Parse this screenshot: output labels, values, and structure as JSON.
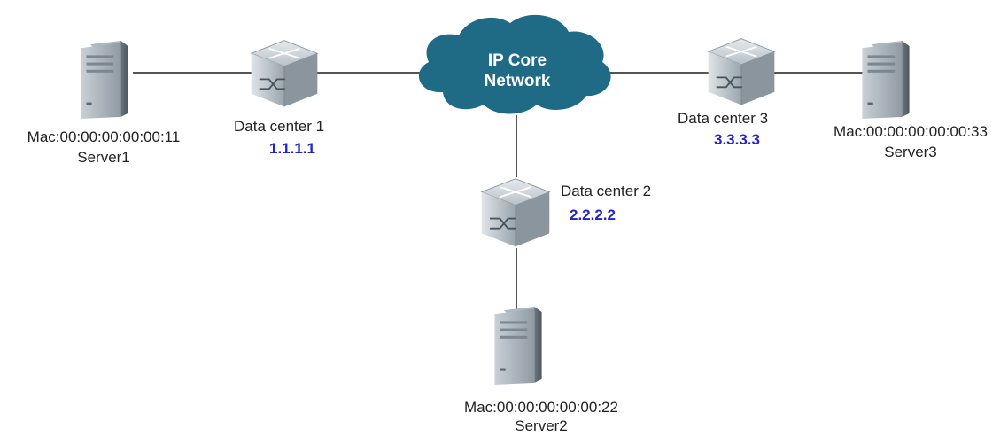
{
  "cloud": {
    "line1": "IP Core",
    "line2": "Network"
  },
  "data_centers": [
    {
      "name": "Data center 1",
      "ip": "1.1.1.1"
    },
    {
      "name": "Data center 2",
      "ip": "2.2.2.2"
    },
    {
      "name": "Data center 3",
      "ip": "3.3.3.3"
    }
  ],
  "servers": [
    {
      "mac": "Mac:00:00:00:00:00:11",
      "name": "Server1"
    },
    {
      "mac": "Mac:00:00:00:00:00:22",
      "name": "Server2"
    },
    {
      "mac": "Mac:00:00:00:00:00:33",
      "name": "Server3"
    }
  ],
  "colors": {
    "cloud": "#1f6b85",
    "ip_text": "#2323c8",
    "link": "#555555"
  }
}
